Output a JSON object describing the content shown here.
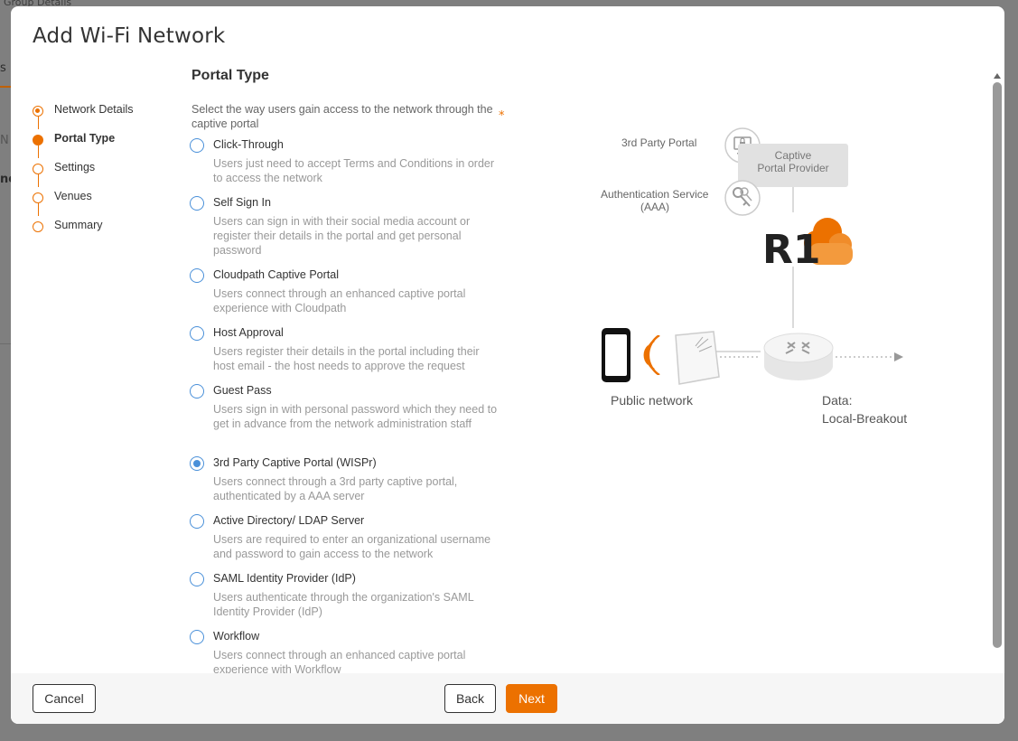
{
  "background": {
    "breadcrumb": "Group Details",
    "fragments": [
      "s",
      "N",
      "ne"
    ]
  },
  "modal": {
    "title": "Add Wi-Fi Network"
  },
  "stepper": {
    "steps": [
      {
        "label": "Network Details",
        "state": "done"
      },
      {
        "label": "Portal Type",
        "state": "active"
      },
      {
        "label": "Settings",
        "state": "pending"
      },
      {
        "label": "Venues",
        "state": "pending"
      },
      {
        "label": "Summary",
        "state": "pending"
      }
    ]
  },
  "portal": {
    "title": "Portal Type",
    "prompt": "Select the way users gain access to the network through the captive portal",
    "required_marker": "*",
    "selected": "3rd Party Captive Portal (WISPr)",
    "options": [
      {
        "label": "Click-Through",
        "desc": "Users just need to accept Terms and Conditions in order to access the network",
        "checked": false
      },
      {
        "label": "Self Sign In",
        "desc": "Users can sign in with their social media account or register their details in the portal and get personal password",
        "checked": false
      },
      {
        "label": "Cloudpath Captive Portal",
        "desc": "Users connect through an enhanced captive portal experience with Cloudpath",
        "checked": false
      },
      {
        "label": "Host Approval",
        "desc": "Users register their details in the portal including their host email - the host needs to approve the request",
        "checked": false
      },
      {
        "label": "Guest Pass",
        "desc": "Users sign in with personal password which they need to get in advance from the network administration staff",
        "checked": false
      },
      {
        "label": "3rd Party Captive Portal (WISPr)",
        "desc": "Users connect through a 3rd party captive portal, authenticated by a AAA server",
        "checked": true
      },
      {
        "label": "Active Directory/ LDAP Server",
        "desc": "Users are required to enter an organizational username and password to gain access to the network",
        "checked": false
      },
      {
        "label": "SAML Identity Provider (IdP)",
        "desc": "Users authenticate through the organization's SAML Identity Provider (IdP)",
        "checked": false
      },
      {
        "label": "Workflow",
        "desc": "Users connect through an enhanced captive portal experience with Workflow",
        "checked": false
      }
    ]
  },
  "diagram": {
    "third_party_portal": "3rd Party Portal",
    "auth_service_line1": "Authentication Service",
    "auth_service_line2": "(AAA)",
    "captive_line1": "Captive",
    "captive_line2": "Portal Provider",
    "logo_text": "R1",
    "public_network": "Public network",
    "data_line1": "Data:",
    "data_line2": "Local-Breakout",
    "icons": [
      "monitor-lock-icon",
      "keys-icon",
      "r1-cloud-logo",
      "phone-icon",
      "wifi-signal-icon",
      "access-point-icon",
      "router-icon"
    ]
  },
  "footer": {
    "cancel": "Cancel",
    "back": "Back",
    "next": "Next"
  },
  "colors": {
    "accent": "#ec7100",
    "radio": "#4a90d9"
  }
}
